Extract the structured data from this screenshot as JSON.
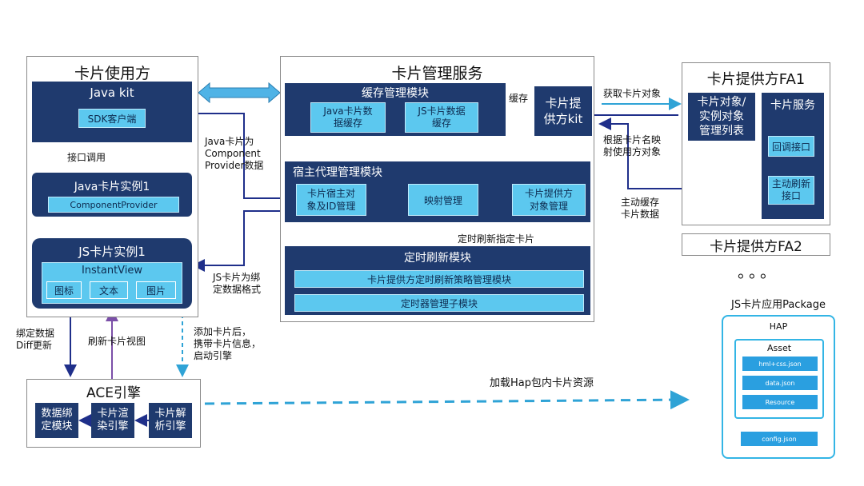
{
  "user_panel": {
    "title": "卡片使用方",
    "java_kit": "Java  kit",
    "sdk_client": "SDK客户端",
    "interface_call": "接口调用",
    "java_instance": "Java卡片实例1",
    "component_provider": "ComponentProvider",
    "js_instance": "JS卡片实例1",
    "instant_view": "InstantView",
    "view_items": [
      "图标",
      "文本",
      "图片"
    ]
  },
  "service_panel": {
    "title": "卡片管理服务",
    "cache_module": "缓存管理模块",
    "java_cache": "Java卡片数\n据缓存",
    "js_cache": "JS卡片数据\n缓存",
    "provider_kit": "卡片提\n供方kit",
    "cache_label": "缓存",
    "host_module": "宿主代理管理模块",
    "host_obj_mgmt": "卡片宿主对\n象及ID管理",
    "mapping_mgmt": "映射管理",
    "provider_obj_mgmt": "卡片提供方\n对象管理",
    "timer_refresh_label": "定时刷新指定卡片",
    "timer_module": "定时刷新模块",
    "timer_policy": "卡片提供方定时刷新策略管理模块",
    "timer_manager": "定时器管理子模块"
  },
  "provider_fa1": {
    "title": "卡片提供方FA1",
    "obj_list": "卡片对象/\n实例对象\n管理列表",
    "card_service": "卡片服务",
    "callback": "回调接口",
    "active_refresh": "主动刷新\n接口"
  },
  "provider_fa2": {
    "title": "卡片提供方FA2"
  },
  "ellipsis": "。。。",
  "ace": {
    "title": "ACE引擎",
    "data_binding": "数据绑\n定模块",
    "render_engine": "卡片渲\n染引擎",
    "parse_engine": "卡片解\n析引擎"
  },
  "package": {
    "title": "JS卡片应用Package",
    "hap": "HAP",
    "asset": "Asset",
    "files": [
      "hml+css.json",
      "data.json",
      "Resource"
    ],
    "config": "config.json"
  },
  "labels": {
    "java_component_data": "Java卡片为\nComponent\nProvider数据",
    "js_bind_format": "JS卡片为绑\n定数据格式",
    "bind_diff": "绑定数据\nDiff更新",
    "refresh_view": "刷新卡片视图",
    "add_card": "添加卡片后，\n携带卡片信息，\n启动引擎",
    "load_hap": "加载Hap包内卡片资源",
    "get_card_obj": "获取卡片对象",
    "map_by_name": "根据卡片名映\n射使用方对象",
    "active_cache": "主动缓存\n卡片数据"
  },
  "colors": {
    "navy": "#1f3a6e",
    "cyan": "#5cc8ef",
    "dark_arrow": "#1f2f8a",
    "purple_arrow": "#7b4fa8",
    "teal_arrow": "#2fa3d6"
  }
}
